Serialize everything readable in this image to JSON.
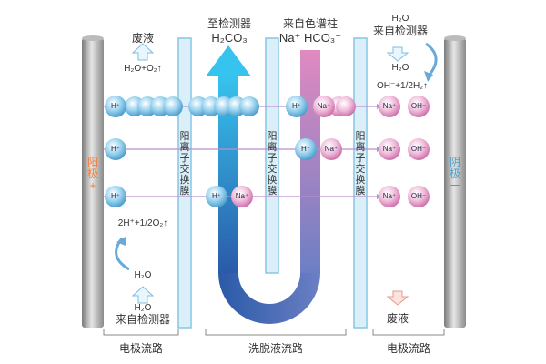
{
  "left_electrode": {
    "label": "阳极+",
    "color": "#f07f3a"
  },
  "right_electrode": {
    "label": "阴极一",
    "color": "#4aa0c8"
  },
  "membranes": {
    "label": "阳离子交换膜"
  },
  "top_left": {
    "title": "废液",
    "reaction": "H₂O+O₂↑"
  },
  "top_mid_left": {
    "title": "至检测器",
    "formula": "H₂CO₃"
  },
  "top_mid_right": {
    "title": "来自色谱柱",
    "formula": "Na⁺ HCO₃⁻"
  },
  "top_right": {
    "h2o": "H₂O",
    "title": "来自检测器",
    "h2o_2": "H₂O",
    "reaction": "OH⁻+1/2H₂↑"
  },
  "bottom_left": {
    "reaction": "2H⁺+1/2O₂↑",
    "h2o": "H₂O",
    "h2o_2": "H₂O",
    "title": "来自检测器"
  },
  "bottom_right": {
    "title": "废液"
  },
  "ions": {
    "h": "H⁺",
    "na": "Na⁺",
    "oh": "OH⁻"
  },
  "footer": {
    "left": "电极流路",
    "middle": "洗脱液流路",
    "right": "电极流路"
  },
  "colors": {
    "h_ion": "#7cc3e6",
    "na_ion": "#e8a5cc",
    "oh_ion": "#e8a5cc",
    "eluent_blue": "#2f72b8",
    "eluent_pink": "#d98cbf",
    "membrane": "#d8eef8"
  }
}
